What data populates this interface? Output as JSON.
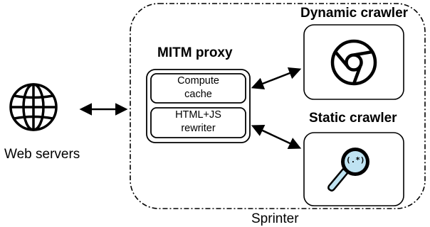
{
  "web_servers": {
    "label": "Web servers",
    "icon": "globe-icon"
  },
  "sprinter": {
    "label": "Sprinter"
  },
  "mitm_proxy": {
    "title": "MITM proxy",
    "components": [
      {
        "line1": "Compute",
        "line2": "cache"
      },
      {
        "line1": "HTML+JS",
        "line2": "rewriter"
      }
    ]
  },
  "dynamic_crawler": {
    "title": "Dynamic crawler",
    "icon": "chrome-browser-icon"
  },
  "static_crawler": {
    "title": "Static crawler",
    "icon": "regex-magnifier-icon",
    "icon_text": "(.*)"
  },
  "colors": {
    "stroke": "#000000",
    "lens_fill": "#bfe3f2",
    "handle_fill": "#bfe3f2"
  }
}
